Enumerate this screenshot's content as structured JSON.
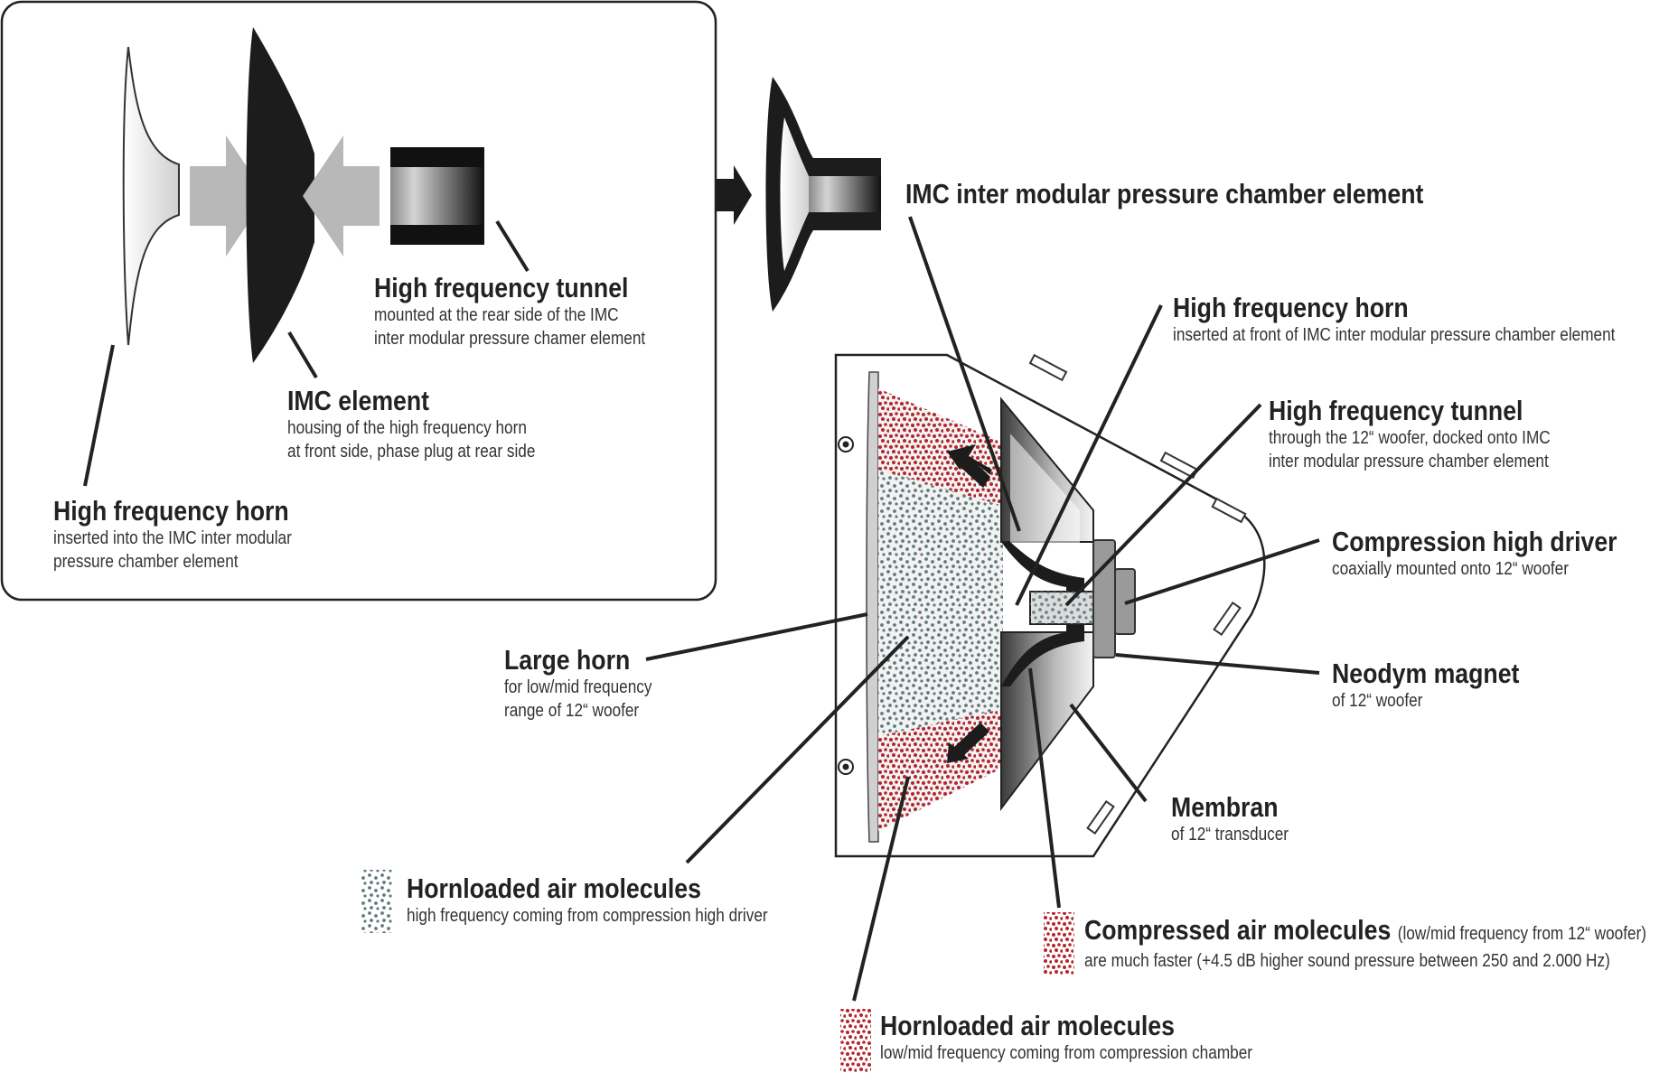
{
  "inset": {
    "tunnel": {
      "title": "High frequency tunnel",
      "lines": [
        "mounted at the rear side of the IMC",
        "inter modular pressure chamer element"
      ]
    },
    "imc": {
      "title": "IMC element",
      "lines": [
        "housing of the high frequency horn",
        "at front side, phase plug at rear side"
      ]
    },
    "horn": {
      "title": "High frequency horn",
      "lines": [
        "inserted into the IMC inter modular",
        "pressure chamber element"
      ]
    }
  },
  "imc_chamber": {
    "title": "IMC inter modular pressure chamber element"
  },
  "hf_horn": {
    "title": "High frequency horn",
    "lines": [
      "inserted at front of IMC inter modular pressure chamber element"
    ]
  },
  "hf_tunnel": {
    "title": "High frequency tunnel",
    "lines": [
      "through the 12“ woofer, docked onto IMC",
      "inter modular pressure chamber element"
    ]
  },
  "compression_driver": {
    "title": "Compression high driver",
    "lines": [
      "coaxially mounted onto 12“ woofer"
    ]
  },
  "neodym": {
    "title": "Neodym magnet",
    "lines": [
      "of 12“ woofer"
    ]
  },
  "membran": {
    "title": "Membran",
    "lines": [
      "of 12“ transducer"
    ]
  },
  "large_horn": {
    "title": "Large horn",
    "lines": [
      "for low/mid frequency",
      "range of 12“ woofer"
    ]
  },
  "hornloaded_hf": {
    "title": "Hornloaded air molecules",
    "lines": [
      "high frequency coming from compression high driver"
    ]
  },
  "compressed": {
    "title": "Compressed air molecules",
    "note": "(low/mid frequency from 12“ woofer)",
    "lines": [
      "are much faster (+4.5 dB higher sound pressure between 250 and 2.000 Hz)"
    ]
  },
  "hornloaded_lm": {
    "title": "Hornloaded air molecules",
    "lines": [
      "low/mid frequency coming from compression chamber"
    ]
  },
  "colors": {
    "red_dot": "#b3262b",
    "teal_dot": "#5f7a7c",
    "dark": "#1c1c1c",
    "grey": "#b8b8b8"
  }
}
